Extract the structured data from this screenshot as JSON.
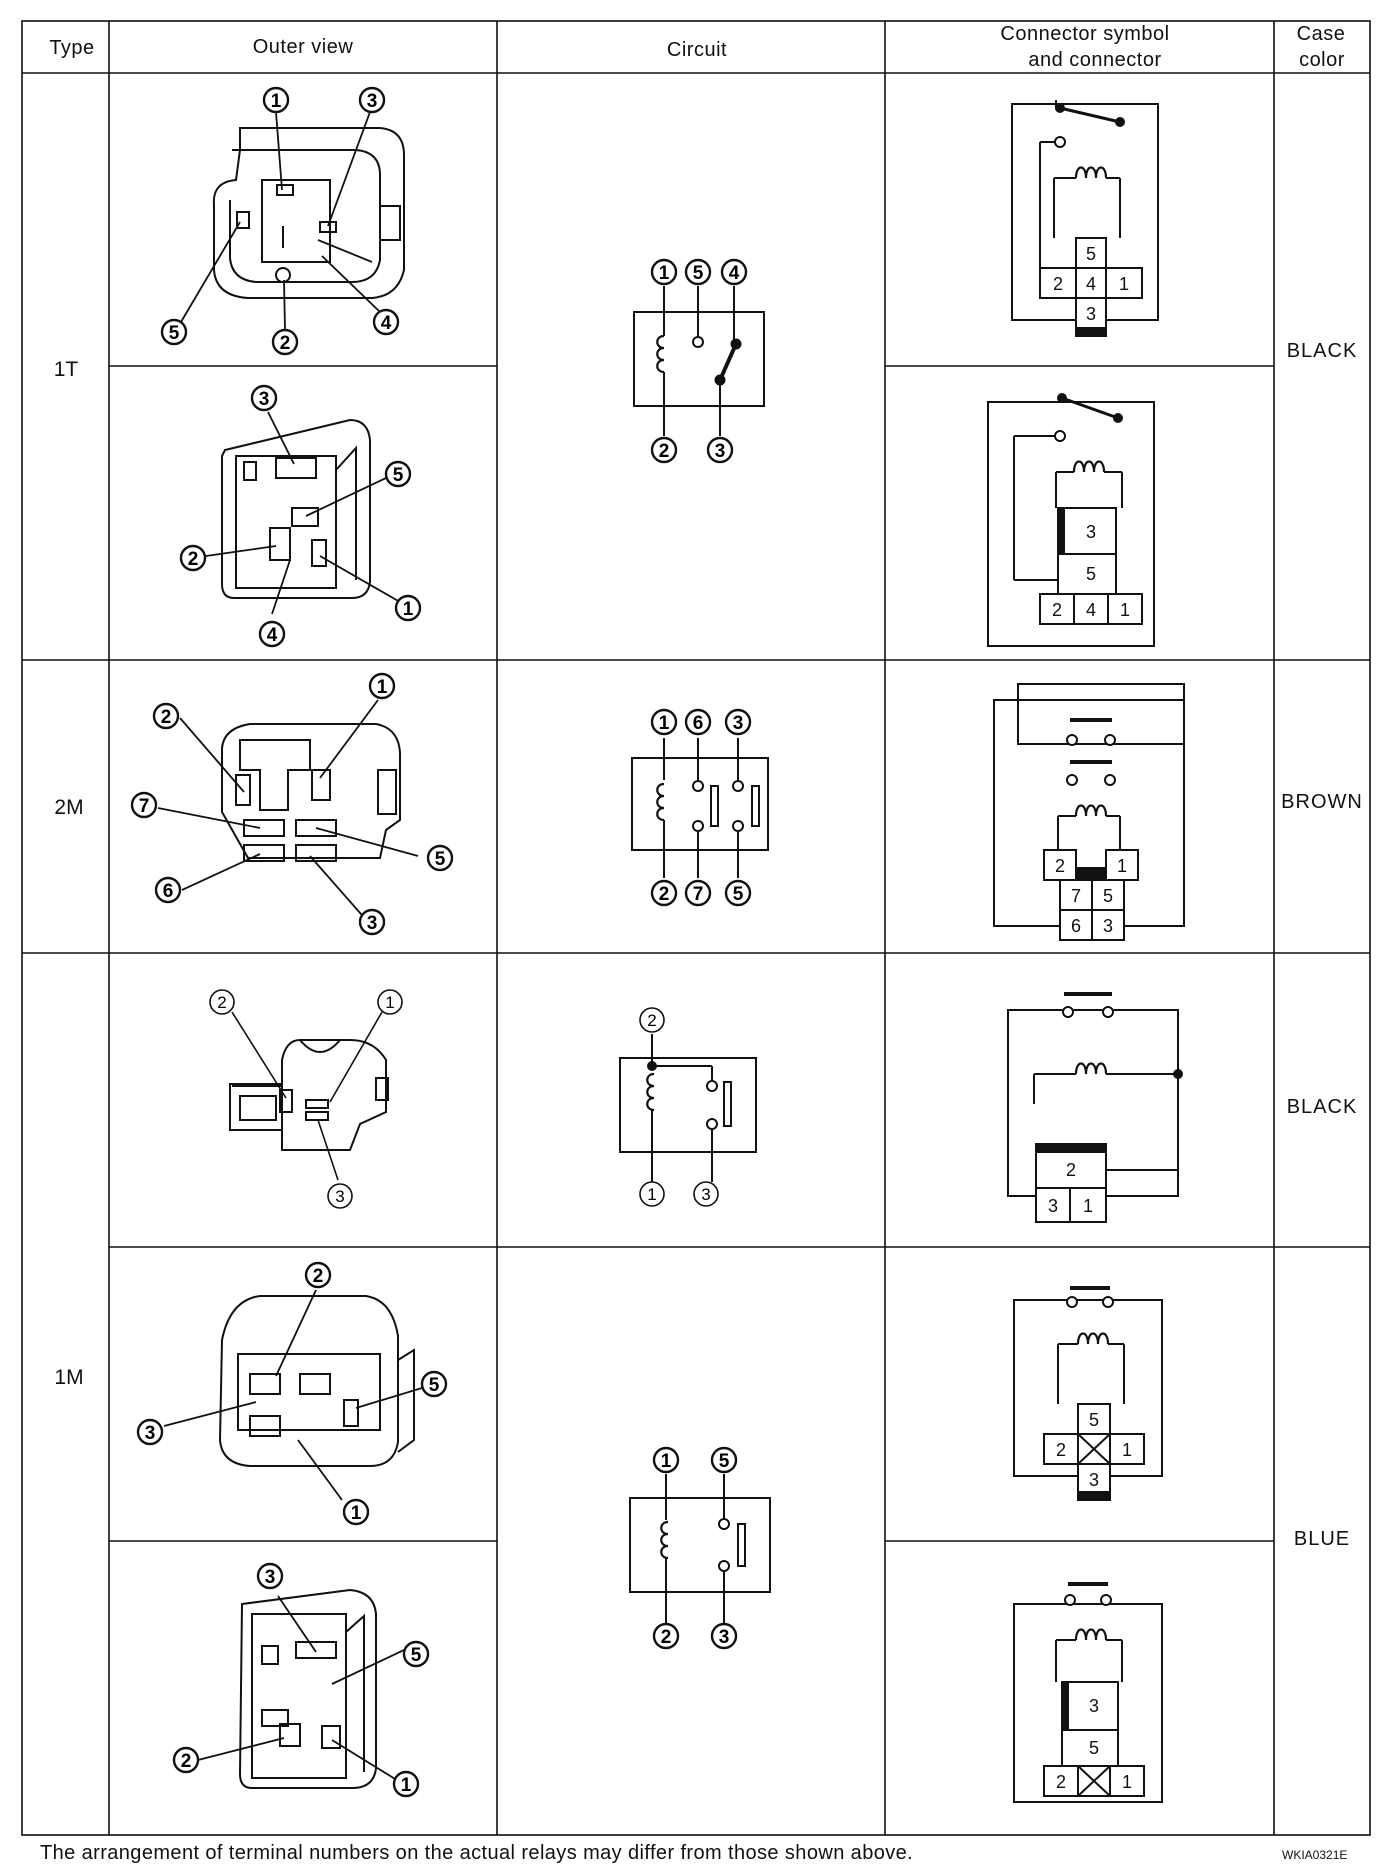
{
  "headers": {
    "type": "Type",
    "outer_view": "Outer view",
    "circuit": "Circuit",
    "connector_line1": "Connector symbol",
    "connector_line2": "and connector",
    "case_line1": "Case",
    "case_line2": "color"
  },
  "types": [
    "1T",
    "2M",
    "1M"
  ],
  "case_colors": [
    "BLACK",
    "BROWN",
    "BLACK",
    "BLUE"
  ],
  "circuits": {
    "1T": {
      "terminals_top": [
        "1",
        "5",
        "4"
      ],
      "terminals_bottom": [
        "2",
        "3"
      ]
    },
    "2M": {
      "terminals_top": [
        "1",
        "6",
        "3"
      ],
      "terminals_bottom": [
        "2",
        "7",
        "5"
      ]
    },
    "1M_a": {
      "terminals_top": [
        "2"
      ],
      "terminals_bottom": [
        "1",
        "3"
      ]
    },
    "1M_b": {
      "terminals_top": [
        "1",
        "5"
      ],
      "terminals_bottom": [
        "2",
        "3"
      ]
    }
  },
  "connectors": {
    "c1": [
      "5",
      "2",
      "4",
      "1",
      "3"
    ],
    "c2": [
      "3",
      "5",
      "2",
      "4",
      "1"
    ],
    "c3": [
      "2",
      "1",
      "7",
      "5",
      "6",
      "3"
    ],
    "c4": [
      "2",
      "3",
      "1"
    ],
    "c5": [
      "5",
      "2",
      "1",
      "3"
    ],
    "c6": [
      "3",
      "5",
      "2",
      "1"
    ]
  },
  "outer_view_callouts": {
    "1T_a": [
      "1",
      "3",
      "5",
      "2",
      "4"
    ],
    "1T_b": [
      "3",
      "5",
      "2",
      "1",
      "4"
    ],
    "2M": [
      "1",
      "2",
      "7",
      "5",
      "6",
      "3"
    ],
    "1M_a": [
      "2",
      "1",
      "3"
    ],
    "1M_b": [
      "2",
      "5",
      "3",
      "1"
    ],
    "1M_c": [
      "3",
      "5",
      "2",
      "1"
    ]
  },
  "footer_note": "The arrangement of terminal numbers on the actual relays may differ from those shown above.",
  "figure_code": "WKIA0321E"
}
